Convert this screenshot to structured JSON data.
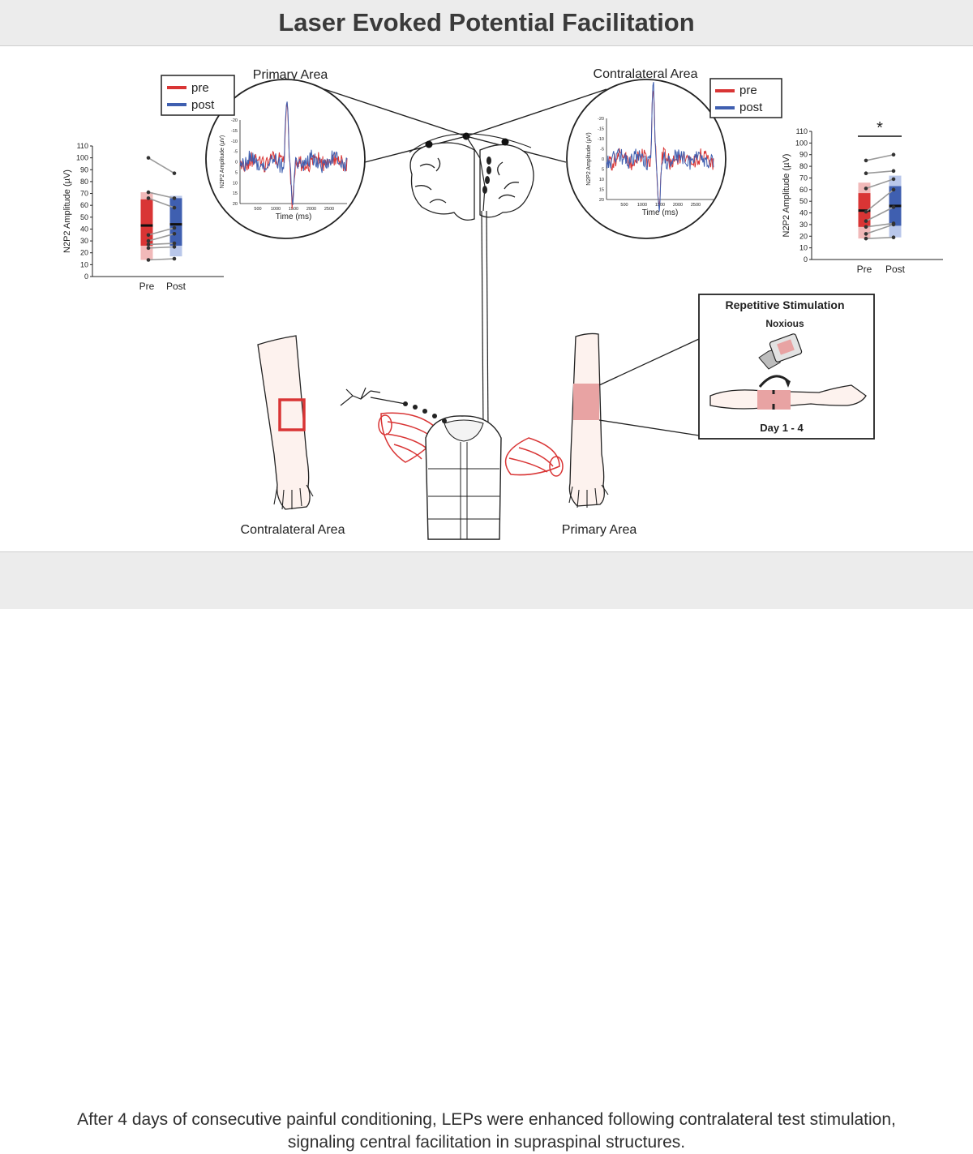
{
  "title": "Laser Evoked Potential Facilitation",
  "caption_line1": "After 4 days of consecutive painful conditioning, LEPs were enhanced following contralateral test stimulation,",
  "caption_line2": "signaling central facilitation in supraspinal structures.",
  "colors": {
    "pre": "#d93535",
    "post": "#3f5fb0",
    "pre_light": "#f1b9b9",
    "post_light": "#b9c7ea",
    "stim": "#e8a3a3"
  },
  "legend": {
    "pre": "pre",
    "post": "post"
  },
  "primary_area_label": "Primary Area",
  "contralateral_area_label": "Contralateral Area",
  "lep_plot": {
    "y_axis_label": "N2P2  Amplitude (µV)",
    "x_axis_label": "Time (ms)",
    "y_ticks": [
      "-20",
      "-15",
      "-10",
      "-5",
      "0",
      "5",
      "10",
      "15",
      "20"
    ],
    "x_ticks": [
      "500",
      "1000",
      "1500",
      "2000",
      "2500"
    ]
  },
  "stimulation_panel": {
    "title": "Repetitive Stimulation",
    "noxious_label": "Noxious",
    "day_label": "Day 1 - 4"
  },
  "bottom_labels": {
    "left_arm": "Contralateral Area",
    "right_arm": "Primary Area"
  },
  "chart_data": [
    {
      "type": "scatter",
      "panel": "contralateral-area",
      "ylabel": "N2P2  Amplitude (µV)",
      "categories": [
        "Pre",
        "Post"
      ],
      "ylim": [
        0,
        110
      ],
      "y_ticks": [
        "0",
        "10",
        "20",
        "30",
        "40",
        "50",
        "60",
        "70",
        "80",
        "90",
        "100",
        "110"
      ],
      "series": [
        {
          "name": "pre",
          "median": 43,
          "q1": 26,
          "q3": 65,
          "min": 14,
          "max": 71,
          "values": [
            100,
            71,
            66,
            35,
            30,
            27,
            24,
            14
          ]
        },
        {
          "name": "post",
          "median": 44,
          "q1": 26,
          "q3": 66,
          "min": 17,
          "max": 68,
          "values": [
            87,
            66,
            58,
            41,
            36,
            28,
            25,
            15
          ]
        }
      ],
      "significance": ""
    },
    {
      "type": "scatter",
      "panel": "primary-area",
      "ylabel": "N2P2  Amplitude (µV)",
      "categories": [
        "Pre",
        "Post"
      ],
      "ylim": [
        0,
        110
      ],
      "y_ticks": [
        "0",
        "10",
        "20",
        "30",
        "40",
        "50",
        "60",
        "70",
        "80",
        "90",
        "100",
        "110"
      ],
      "series": [
        {
          "name": "pre",
          "median": 42,
          "q1": 28,
          "q3": 57,
          "min": 18,
          "max": 66,
          "values": [
            85,
            74,
            61,
            41,
            33,
            28,
            22,
            18
          ]
        },
        {
          "name": "post",
          "median": 46,
          "q1": 29,
          "q3": 63,
          "min": 19,
          "max": 72,
          "values": [
            90,
            76,
            69,
            60,
            45,
            31,
            30,
            19
          ]
        }
      ],
      "significance": "*"
    }
  ]
}
